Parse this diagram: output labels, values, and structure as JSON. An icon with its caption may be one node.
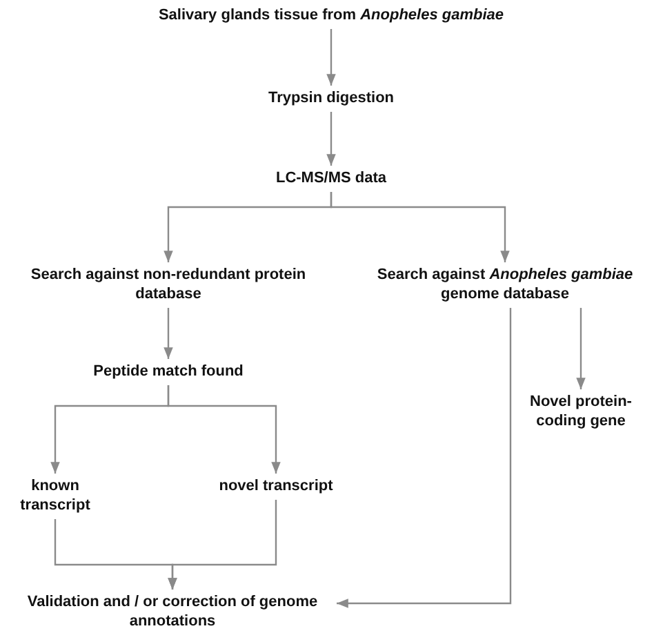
{
  "diagram": {
    "nodes": [
      {
        "text": [
          "Salivary glands tissue from *Anopheles gambiae*"
        ]
      },
      {
        "text": [
          "Trypsin digestion"
        ]
      },
      {
        "text": [
          "LC-MS/MS data"
        ]
      },
      {
        "text": [
          "Search against non-redundant protein database"
        ]
      },
      {
        "text": [
          "Search against *Anopheles gambiae* genome database"
        ]
      },
      {
        "text": [
          "Peptide match found"
        ]
      },
      {
        "text": [
          "Novel protein-coding gene"
        ]
      },
      {
        "text": [
          "known transcript"
        ]
      },
      {
        "text": [
          "novel transcript"
        ]
      },
      {
        "text": [
          "Validation and / or correction of genome annotations"
        ]
      }
    ],
    "edges": [
      {
        "from": 0,
        "to": 1,
        "arrow": "to"
      },
      {
        "from": 1,
        "to": 2,
        "arrow": "to"
      },
      {
        "from": 2,
        "to": 3,
        "arrow": "to"
      },
      {
        "from": 2,
        "to": 4,
        "arrow": "to"
      },
      {
        "from": 3,
        "to": 5,
        "arrow": "to"
      },
      {
        "from": 4,
        "to": 6,
        "arrow": "to"
      },
      {
        "from": 5,
        "to": 7,
        "arrow": "to"
      },
      {
        "from": 5,
        "to": 8,
        "arrow": "to"
      },
      {
        "from": 7,
        "to": 9,
        "arrow": "to"
      },
      {
        "from": 8,
        "to": 9,
        "arrow": "to"
      },
      {
        "from": 4,
        "to": 9,
        "arrow": "to"
      }
    ]
  }
}
